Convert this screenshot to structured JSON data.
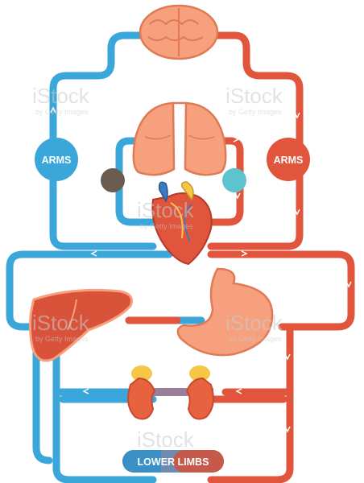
{
  "labels": {
    "arms_left": "ARMS",
    "arms_right": "ARMS",
    "lower_limbs": "LOWER LIMBS"
  },
  "watermark": {
    "brand": "iStock",
    "credit": "by Getty Images"
  },
  "colors": {
    "deoxygenated": "#3aa6d9",
    "oxygenated": "#e0553b",
    "mixed_pulmonary_in": "#6b5a4e",
    "pulmonary_node": "#5cc3cf",
    "organ_fill": "#f6a07e",
    "organ_outline": "#e07a55",
    "liver": "#d9523a",
    "kidney": "#e7633f",
    "adrenal": "#f6c646"
  },
  "icons": [
    "brain-icon",
    "lungs-icon",
    "heart-icon",
    "liver-icon",
    "stomach-icon",
    "kidneys-icon"
  ]
}
